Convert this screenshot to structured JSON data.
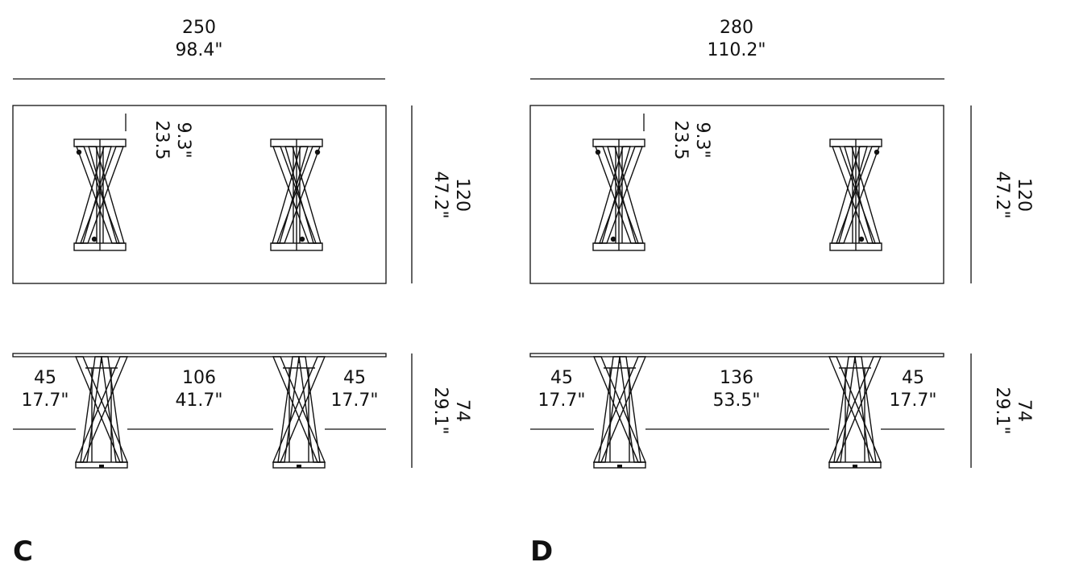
{
  "colors": {
    "line": "#111111",
    "background": "#ffffff"
  },
  "panels": [
    {
      "id": "C",
      "letter": "C",
      "length": {
        "cm": "250",
        "inch": "98.4\""
      },
      "width": {
        "cm": "120",
        "inch": "47.2\""
      },
      "base_depth": {
        "cm": "23.5",
        "inch": "9.3\""
      },
      "height": {
        "cm": "74",
        "inch": "29.1\""
      },
      "overhang_left": {
        "cm": "45",
        "inch": "17.7\""
      },
      "between_bases": {
        "cm": "106",
        "inch": "41.7\""
      },
      "overhang_right": {
        "cm": "45",
        "inch": "17.7\""
      }
    },
    {
      "id": "D",
      "letter": "D",
      "length": {
        "cm": "280",
        "inch": "110.2\""
      },
      "width": {
        "cm": "120",
        "inch": "47.2\""
      },
      "base_depth": {
        "cm": "23.5",
        "inch": "9.3\""
      },
      "height": {
        "cm": "74",
        "inch": "29.1\""
      },
      "overhang_left": {
        "cm": "45",
        "inch": "17.7\""
      },
      "between_bases": {
        "cm": "136",
        "inch": "53.5\""
      },
      "overhang_right": {
        "cm": "45",
        "inch": "17.7\""
      }
    }
  ]
}
